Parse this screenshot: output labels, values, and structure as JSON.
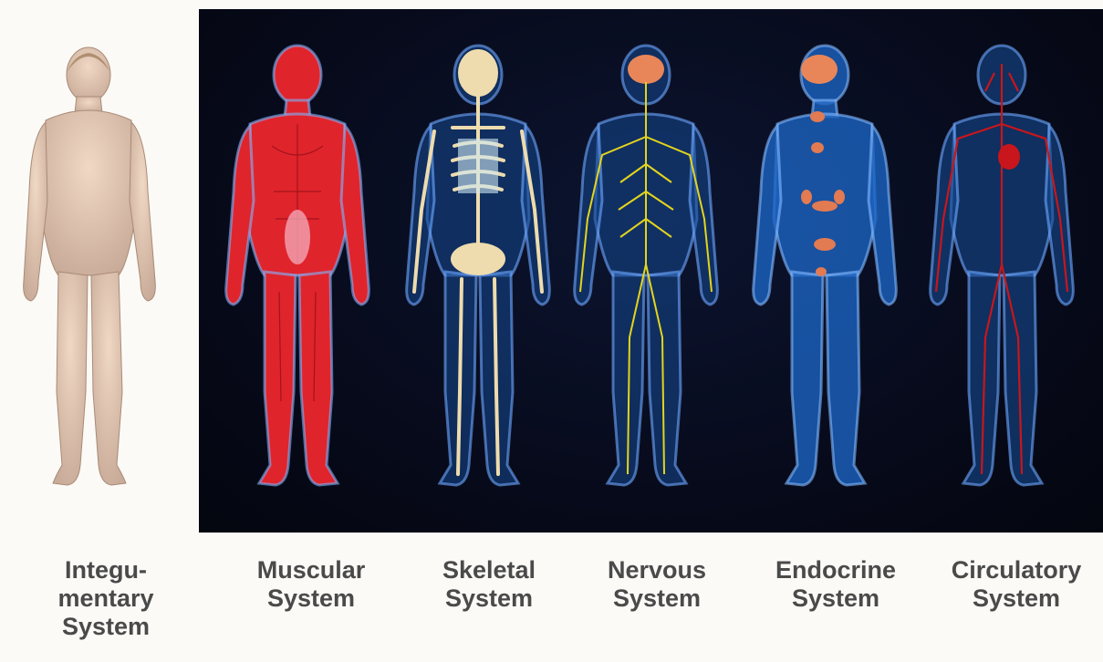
{
  "colors": {
    "panel": "#060918",
    "label_text": "#4a4a4a",
    "skin": "#e3c8b0",
    "muscle": "#d9202a",
    "bone": "#e9d6a6",
    "nerve": "#e0d319",
    "glow_body": "#1f6ec4",
    "gland": "#e27a52",
    "vessel": "#c4141c"
  },
  "systems": [
    {
      "id": "integumentary",
      "lines": [
        "Integu-",
        "mentary",
        "System"
      ],
      "icon": "skin-body-figure"
    },
    {
      "id": "muscular",
      "lines": [
        "Muscular",
        "System"
      ],
      "icon": "muscle-body-figure"
    },
    {
      "id": "skeletal",
      "lines": [
        "Skeletal",
        "System"
      ],
      "icon": "skeleton-figure"
    },
    {
      "id": "nervous",
      "lines": [
        "Nervous",
        "System"
      ],
      "icon": "nerve-body-figure"
    },
    {
      "id": "endocrine",
      "lines": [
        "Endocrine",
        "System"
      ],
      "icon": "gland-body-figure"
    },
    {
      "id": "circulatory",
      "lines": [
        "Circulatory",
        "System"
      ],
      "icon": "vessel-body-figure"
    }
  ]
}
